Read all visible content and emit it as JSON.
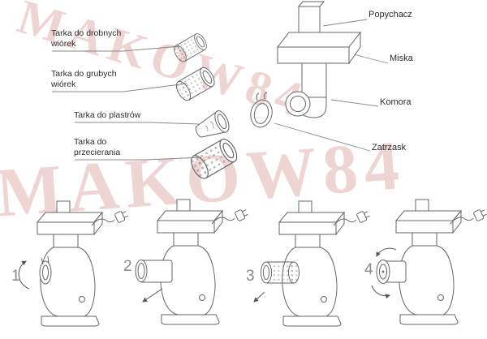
{
  "watermark": {
    "text": "MAKOW84",
    "color": "#dba0a0"
  },
  "colors": {
    "line": "#666666",
    "leader": "#888888",
    "label_text": "#2b2b2b",
    "step_number": "#8a8a8a"
  },
  "attachments": {
    "items": [
      {
        "id": "fine-shavings-grater",
        "lines": [
          "Tarka do drobnych",
          "wiórek"
        ]
      },
      {
        "id": "coarse-shavings-grater",
        "lines": [
          "Tarka do grubych",
          "wiórek"
        ]
      },
      {
        "id": "slicing-grater",
        "lines": [
          "Tarka do plastrów"
        ]
      },
      {
        "id": "puree-grater",
        "lines": [
          "Tarka do",
          "przecierania"
        ]
      }
    ]
  },
  "grinder_parts": {
    "items": [
      {
        "id": "pusher",
        "label": "Popychacz"
      },
      {
        "id": "bowl",
        "label": "Miska"
      },
      {
        "id": "chamber",
        "label": "Komora"
      },
      {
        "id": "latch",
        "label": "Zatrzask"
      }
    ]
  },
  "steps": {
    "items": [
      {
        "number": "1"
      },
      {
        "number": "2"
      },
      {
        "number": "3"
      },
      {
        "number": "4"
      }
    ]
  }
}
